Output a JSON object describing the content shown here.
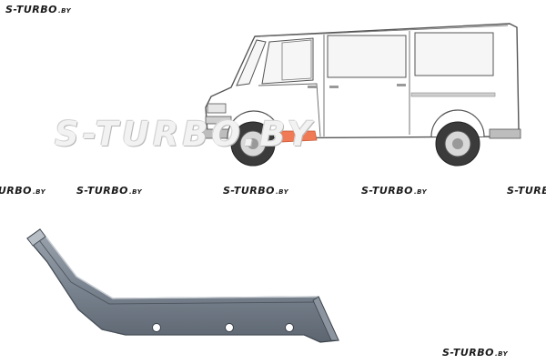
{
  "watermark": {
    "brand": "S-TURBO",
    "suffix": ".BY",
    "large_text": "S-TURBO.BY"
  },
  "illustration": {
    "van_icon": "minibus-side-view-icon",
    "part_icon": "sill-panel-part-icon",
    "highlight_color": "#f07a55",
    "part_color": "#7b8591"
  }
}
